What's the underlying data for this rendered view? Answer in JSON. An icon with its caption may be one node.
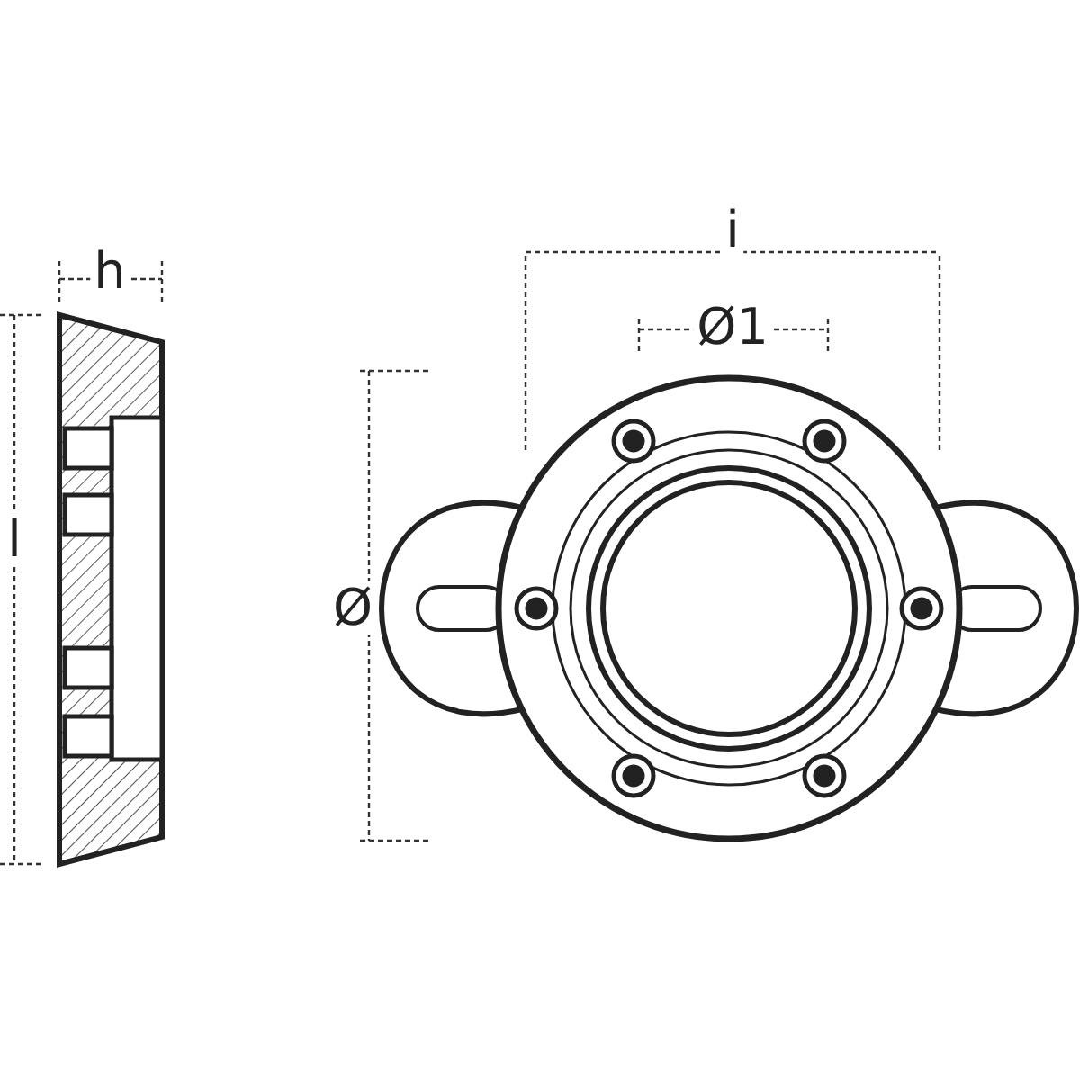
{
  "diagram": {
    "labels": [
      "i",
      "h",
      "Ø1",
      "l",
      "Ø"
    ]
  }
}
